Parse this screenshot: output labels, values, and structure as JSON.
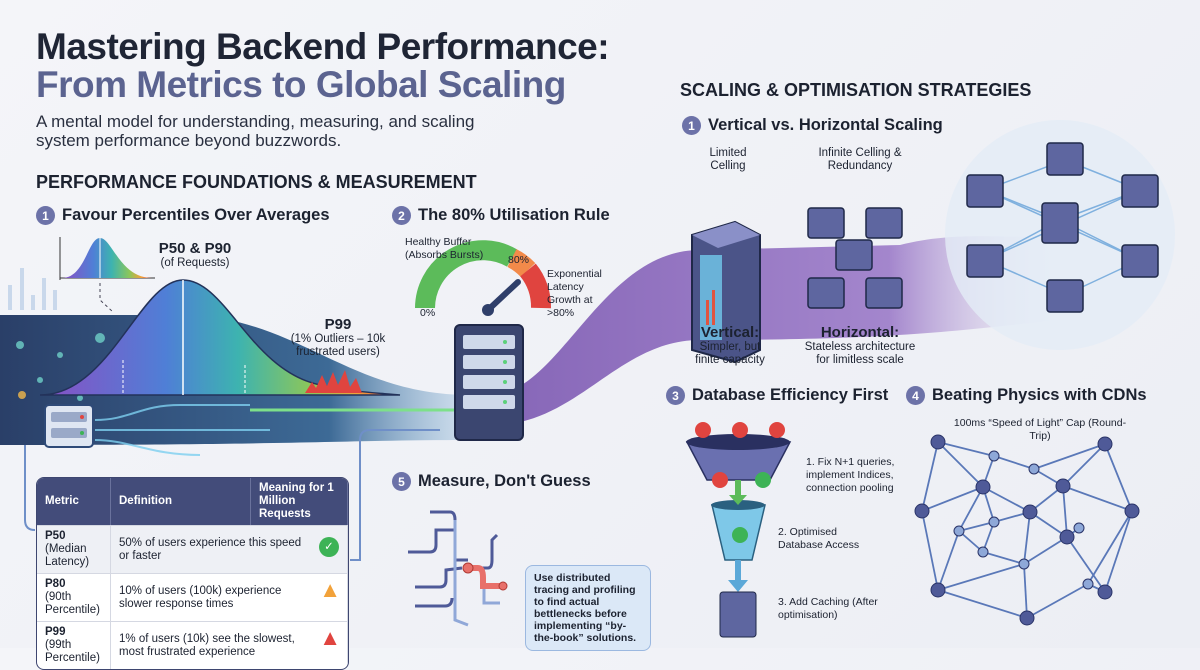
{
  "header": {
    "title_line1": "Mastering Backend Performance:",
    "title_line2": "From Metrics to Global Scaling",
    "subtitle": "A mental model for understanding, measuring, and scaling system performance beyond buzzwords."
  },
  "foundations": {
    "heading": "PERFORMANCE FOUNDATIONS & MEASUREMENT",
    "percentiles": {
      "number": "1",
      "title": "Favour Percentiles Over Averages",
      "p50_label": "P50 & P90",
      "p50_sub": "(of Requests)",
      "p99_label": "P99",
      "p99_sub": "(1% Outliers – 10k frustrated users)"
    },
    "utilisation": {
      "number": "2",
      "title": "The 80% Utilisation Rule",
      "buffer_label": "Healthy Buffer (Absorbs Bursts)",
      "mark_80": "80%",
      "mark_0": "0%",
      "growth_label": "Exponential Latency Growth at >80%",
      "gauge_level_percent": 82
    },
    "table": {
      "headers": [
        "Metric",
        "Definition",
        "Meaning for 1 Million Requests"
      ],
      "rows": [
        {
          "metric": "P50",
          "metric_sub": "(Median Latency)",
          "definition": "50% of users experience this speed or faster",
          "status": "check-icon",
          "color": "#3db356"
        },
        {
          "metric": "P80",
          "metric_sub": "(90th Percentile)",
          "definition": "10% of users (100k) experience slower response times",
          "status": "warning-icon",
          "color": "#f2a23a"
        },
        {
          "metric": "P99",
          "metric_sub": "(99th Percentile)",
          "definition": "1% of users (10k) see the slowest, most frustrated experience",
          "status": "alert-icon",
          "color": "#e0443f"
        }
      ]
    },
    "measure": {
      "number": "5",
      "title": "Measure, Don't Guess",
      "callout": "Use distributed tracing and profiling to find actual bettlenecks before implementing “by-the-book” solutions."
    }
  },
  "scaling": {
    "heading": "SCALING & OPTIMISATION STRATEGIES",
    "vh": {
      "number": "1",
      "title": "Vertical vs. Horizontal Scaling",
      "limited": "Limited Celling",
      "infinite": "Infinite Celling & Redundancy",
      "vertical_title": "Vertical:",
      "vertical_desc": "Simpler, but finite capacity",
      "horizontal_title": "Horizontal:",
      "horizontal_desc": "Stateless architecture for limitless scale"
    },
    "db": {
      "number": "3",
      "title": "Database Efficiency First",
      "step1": "1. Fix N+1 queries, implement Indices, connection pooling",
      "step2": "2. Optimised Database Access",
      "step3": "3. Add Caching (After optimisation)"
    },
    "cdn": {
      "number": "4",
      "title": "Beating Physics with CDNs",
      "cap": "100ms “Speed of Light” Cap (Round-Trip)"
    }
  },
  "colors": {
    "navy": "#2f4a78",
    "accent": "#6c72a8",
    "purple": "#8a62b8",
    "good": "#3db356",
    "warn": "#f2a23a",
    "bad": "#e0443f"
  }
}
